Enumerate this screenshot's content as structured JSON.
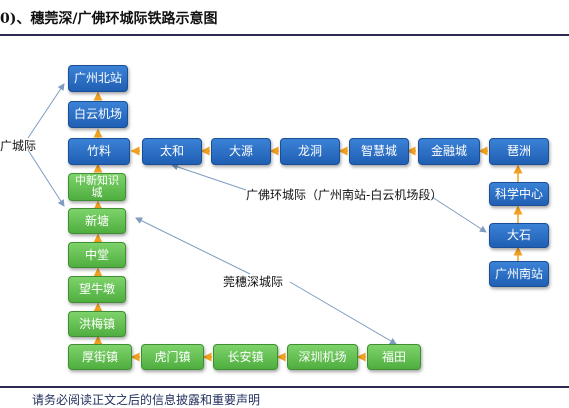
{
  "header": {
    "title": "0)、穗莞深/广佛环城际铁路示意图"
  },
  "footer": {
    "disclaimer": "请务必阅读正文之后的信息披露和重要声明"
  },
  "stations": {
    "guangzhou_north": "广州北站",
    "baiyun_airport": "白云机场",
    "zhuliao": "竹料",
    "taihe": "太和",
    "dayuan": "大源",
    "longdong": "龙洞",
    "zhihui_city": "智慧城",
    "jinrong_city": "金融城",
    "pazhou": "琶洲",
    "science_center": "科学中心",
    "dashi": "大石",
    "guangzhou_south": "广州南站",
    "zhongxin_knowledge_city": "中新知识\n城",
    "xintang": "新塘",
    "zhongtang": "中堂",
    "wangniudun": "望牛墩",
    "hongmei": "洪梅镇",
    "houjie": "厚街镇",
    "humen": "虎门镇",
    "changan": "长安镇",
    "shenzhen_airport": "深圳机场",
    "futian": "福田"
  },
  "labels": {
    "guangfo_intercity": "广城际",
    "guangfo_ring": "广佛环城际（广州南站-白云机场段）",
    "suiguanshen": "莞穗深城际"
  },
  "colors": {
    "blue_line": "#2563b8",
    "green_line": "#56b445",
    "link_arrow": "#f0a020",
    "leader": "#7f9cc0"
  }
}
